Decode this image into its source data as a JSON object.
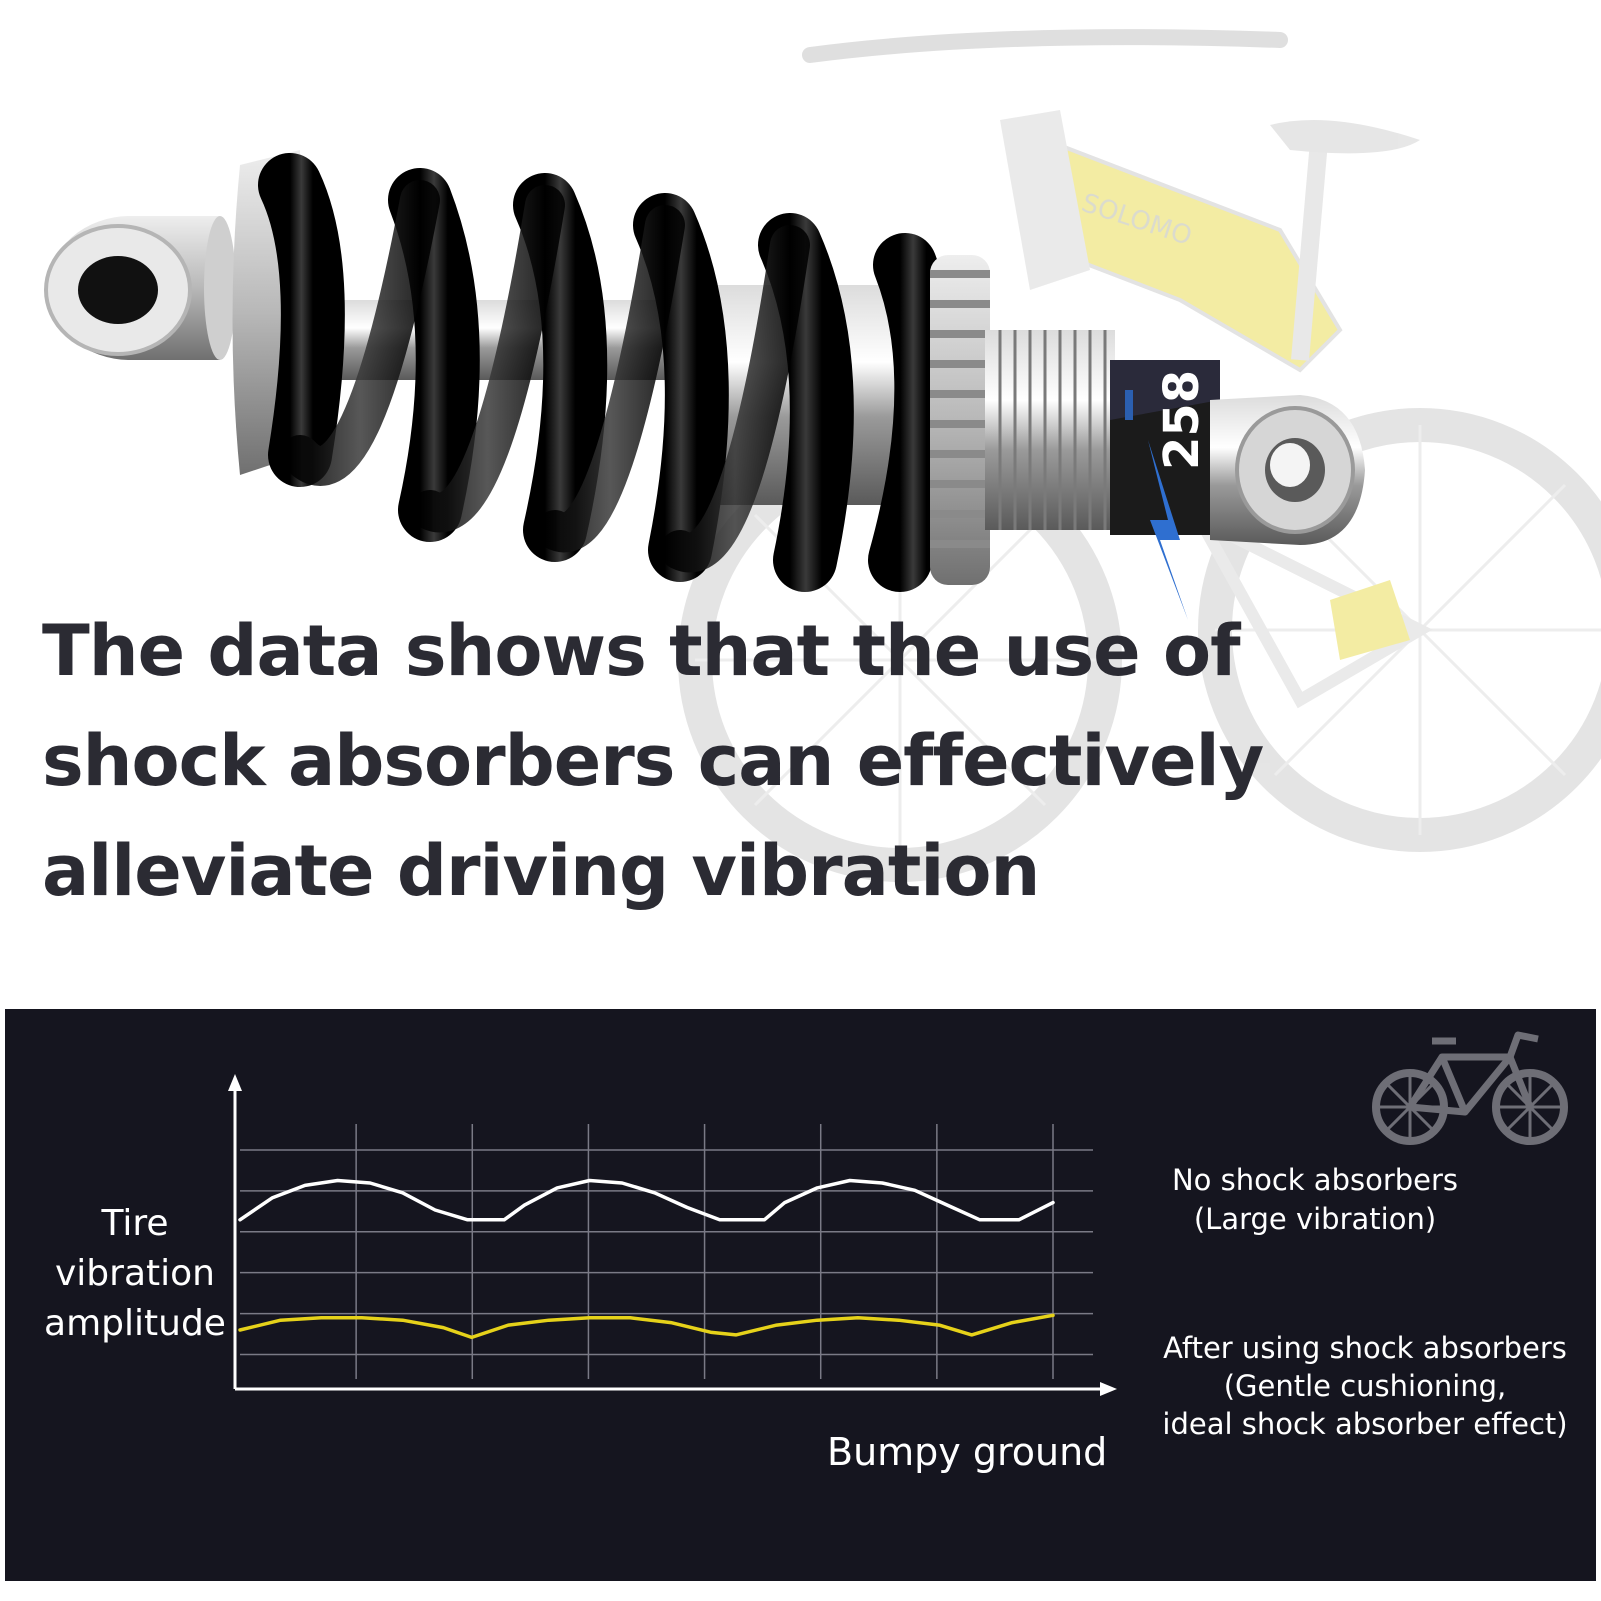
{
  "hero": {
    "headline_lines": [
      "The data shows that the use of",
      "shock absorbers can effectively",
      "alleviate driving vibration"
    ],
    "shock_label": "258",
    "frame_brand": "SOLOMO"
  },
  "colors": {
    "panel_bg": "#15151f",
    "no_absorber_line": "#ffffff",
    "absorber_line": "#e6d21a",
    "grid": "#7a7a86",
    "spring": "#111111",
    "frame_yellow": "#f2ea9a"
  },
  "icons": {
    "bike": "road-bicycle-icon"
  },
  "chart_data": {
    "type": "line",
    "ylabel_lines": [
      "Tire",
      "vibration",
      "amplitude"
    ],
    "xlabel": "Bumpy ground",
    "grid": true,
    "xlim": [
      0,
      100
    ],
    "ylim": [
      0,
      100
    ],
    "series": [
      {
        "name": "No shock absorbers",
        "legend_lines": [
          "No shock absorbers",
          "(Large vibration)"
        ],
        "color": "#ffffff",
        "x": [
          0,
          4,
          8,
          12,
          16,
          20,
          24,
          28,
          28.5,
          32.5,
          35,
          39,
          43,
          47,
          51,
          55,
          59,
          60.5,
          64.5,
          67,
          71,
          75,
          79,
          83,
          87,
          91,
          91.8,
          95.8,
          100
        ],
        "y": [
          65,
          74,
          79,
          81,
          80,
          76,
          69,
          65,
          65,
          65,
          71,
          78,
          81,
          80,
          76,
          70,
          65,
          65,
          65,
          72,
          78,
          81,
          80,
          77,
          71,
          65,
          65,
          65,
          72
        ]
      },
      {
        "name": "After using shock absorbers",
        "legend_lines": [
          "After using shock absorbers",
          "(Gentle cushioning,",
          "ideal shock absorber effect)"
        ],
        "color": "#e6d21a",
        "x": [
          0,
          5,
          10,
          15,
          20,
          25,
          28.5,
          33,
          38,
          43,
          48,
          53,
          58,
          61,
          66,
          71,
          76,
          81,
          86,
          90,
          95,
          100
        ],
        "y": [
          20,
          24,
          25,
          25,
          24,
          21,
          17,
          22,
          24,
          25,
          25,
          23,
          19,
          18,
          22,
          24,
          25,
          24,
          22,
          18,
          23,
          26
        ]
      }
    ]
  }
}
